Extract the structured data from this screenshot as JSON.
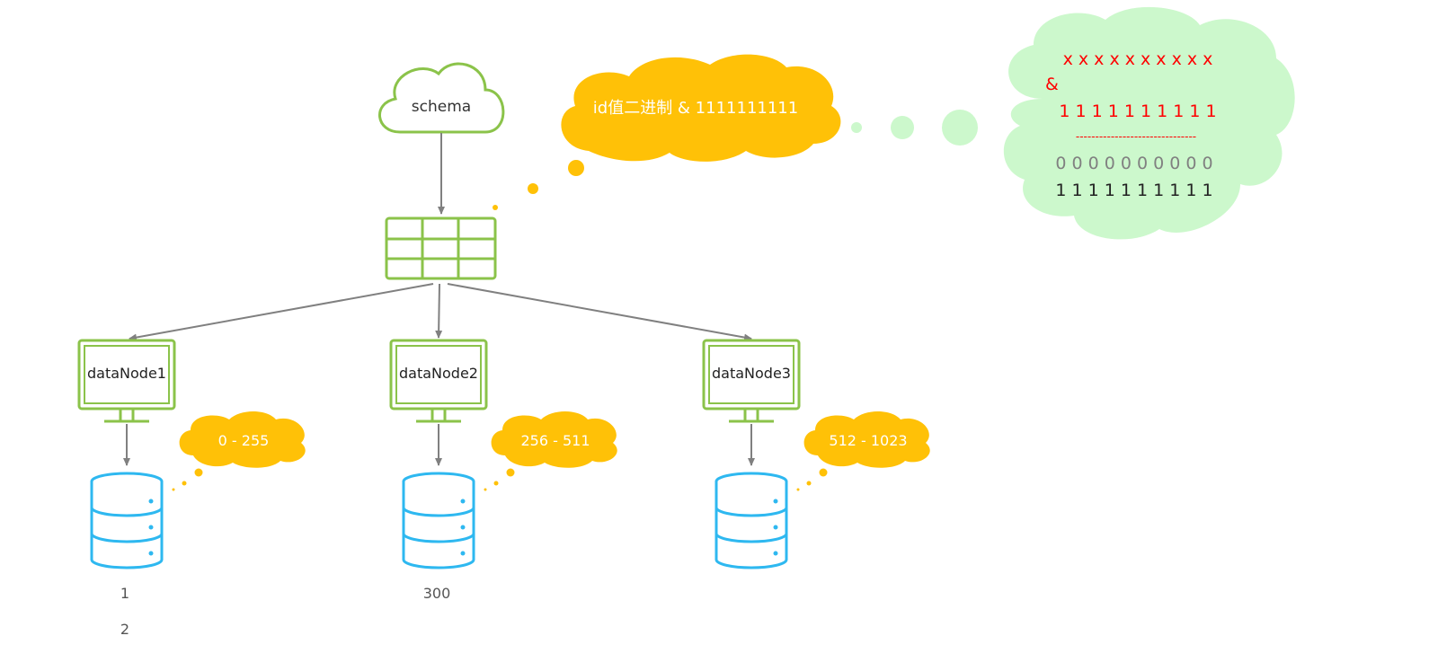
{
  "colors": {
    "green": "#8BC34A",
    "gray": "#808080",
    "orange": "#FFC107",
    "blue": "#2EB8F0",
    "mint": "#CCF8CC",
    "red": "#FF0000",
    "text": "#333333",
    "cloud_text": "#FFFFFF"
  },
  "root": {
    "label": "schema",
    "icon": "cloud-icon"
  },
  "rule_table": {
    "icon": "table-grid-icon"
  },
  "formula_bubble": {
    "text": "id值二进制 & 1111111111"
  },
  "binary_calc": {
    "operand": "x x x x x x x x x x",
    "operator": "&",
    "mask": "1 1 1 1 1 1 1 1 1 1",
    "divider": "-------------------------------",
    "min_result": "0 0 0 0 0 0 0 0 0 0",
    "max_result": "1 1 1 1 1 1 1 1 1 1"
  },
  "nodes": [
    {
      "name": "dataNode1",
      "range": "0 - 255",
      "ids": [
        "1",
        "2"
      ]
    },
    {
      "name": "dataNode2",
      "range": "256 - 511",
      "ids": [
        "300"
      ]
    },
    {
      "name": "dataNode3",
      "range": "512 - 1023",
      "ids": []
    }
  ]
}
